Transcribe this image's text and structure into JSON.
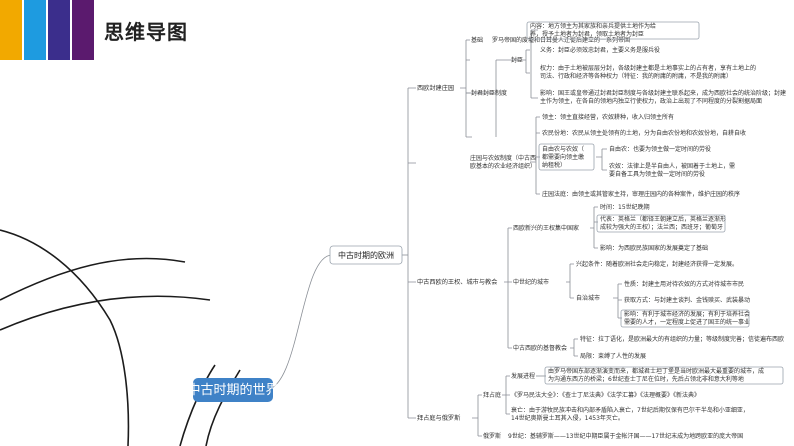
{
  "header": {
    "title": "思维导图",
    "bar_colors": [
      "#f2a900",
      "#1e9be0",
      "#3b2e8c",
      "#5b1a6e"
    ]
  },
  "mindmap": {
    "center": "中古时期的世界",
    "hub": "中古时期的欧洲",
    "b1": {
      "label": "西欧封建庄园",
      "basis_label": "基础",
      "basis_text": "罗马帝国的废墟和日耳曼人迁徙后建立的一系列帝国",
      "feudal": {
        "label": "封君封臣制度",
        "content_label": "内容",
        "content_lines": [
          "内容：地方领主为其家族和亲兵提供土地作为给",
          "养，授予土地者为封君，领取土地者为封臣"
        ],
        "dual_label": "封臣",
        "obligation": "义务：封臣必须效忠封君，主要义务是服兵役",
        "power_lines": [
          "权力：由于土地被层层分封，各级封建主都是土地事实上的占有者，享有土地上的",
          "司法、行政和经济等各种权力（特征：我的附庸的附庸，不是我的附庸）"
        ],
        "impact_lines": [
          "影响：国王或皇帝通过封君封臣制度与各级封建主联系起来，成为西欧社会的统治阶级；封建",
          "主作为领主，在各自的领地内独立行使权力，政治上出现了不同程度的分裂割据局面"
        ]
      },
      "manor": {
        "label_lines": [
          "庄园与农奴制度（中古西",
          "欧基本的农业经济组织）"
        ],
        "lord": "领主：领主直接经营，农奴耕种，收入归领主所有",
        "farmland": "农民份地：农民从领主处领有的土地，分为自由农份地和农奴份地，自耕自收",
        "type_lines": [
          "自由农与农奴（",
          "都需要向领主缴",
          "纳租税）"
        ],
        "free_farmer": "自由农：也要为领主做一定时间的劳役",
        "serf_lines": [
          "农奴：法律上是半自由人，被固着于土地上，需",
          "要自备工具为领主做一定时间的劳役"
        ],
        "court": "庄园法庭：由领主或其管家主持，审理庄园内的各种案件，维护庄园的秩序"
      }
    },
    "b2": {
      "label": "中古西欧的王权、城市与教会",
      "kingship": {
        "label": "西欧新兴的王权集中国家",
        "time": "时间：15世纪晚期",
        "rep_lines": [
          "代表：英格兰（都铎王朝建立后，英格兰逐渐形",
          "成较为强大的王权）；法兰西；西班牙；葡萄牙"
        ],
        "effect": "影响：为西欧民族国家的发展奠定了基础"
      },
      "city": {
        "label": "中世纪的城市",
        "rise": "兴起条件：随着欧洲社会走向稳定，封建经济获得一定发展。",
        "autonomy": "自治城市",
        "nature": "性质：封建主用对待农奴的方式对待城市市民",
        "method": "获取方式：与封建主谈判、金钱赎买、武装暴动",
        "impact_lines": [
          "影响：有利于城市经济的发展；有利于培养社会",
          "需要的人才，一定程度上促进了国王的统一事业"
        ]
      },
      "church": {
        "label": "中古西欧的基督教会",
        "feature": "特征：拉丁语化，是欧洲最大的有组织的力量；等级制度完善；信徒遍布西欧",
        "limit": "局限：束缚了人性的发展"
      }
    },
    "b3": {
      "label": "拜占庭与俄罗斯",
      "byzantine": {
        "label": "拜占庭",
        "process": "发展进程",
        "process_lines": [
          "由罗马帝国东部逐渐演变而来，都城君士坦丁堡是当时欧洲最大最重要的城市，成",
          "为沟通东西方的桥梁；6世纪查士丁尼在位时，先后占领北非和意大利等地"
        ],
        "code": "《罗马民法大全》：《查士丁尼法典》《法学汇纂》《法理概要》《新法典》",
        "fall_lines": [
          "衰亡：由于游牧民族冲击和内部矛盾陷入衰亡，7世纪后期仅保有巴尔干半岛和小亚细亚，",
          "14世纪奥斯曼土耳其入侵，1453年灭亡。"
        ]
      },
      "russia": {
        "label": "俄罗斯",
        "text": "9世纪：基辅罗斯——13世纪中期臣属于金帐汗国——17世纪末成为地跨欧亚的庞大帝国"
      }
    }
  }
}
